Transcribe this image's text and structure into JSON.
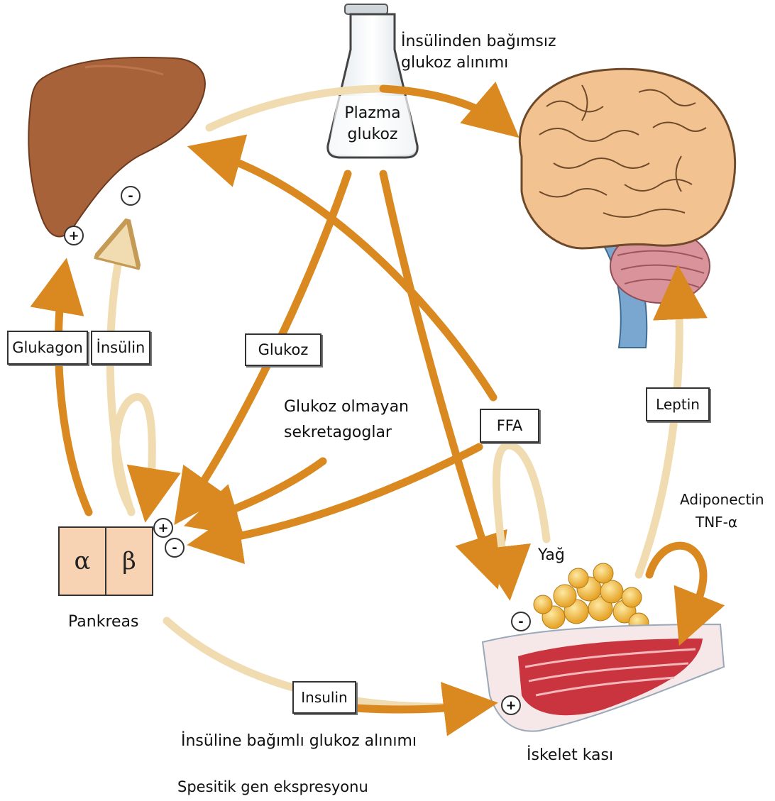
{
  "labels": {
    "independent_uptake_line1": "İnsülinden bağımsız",
    "independent_uptake_line2": "glukoz alınımı",
    "plasma_line1": "Plazma",
    "plasma_line2": "glukoz",
    "nonglucose_line1": "Glukoz olmayan",
    "nonglucose_line2": "sekretagoglar",
    "adiponectin": "Adiponectin",
    "tnf": "TNF-α",
    "fat": "Yağ",
    "pancreas": "Pankreas",
    "skeletal_muscle": "İskelet kası",
    "dependent_uptake": "İnsüline bağımlı glukoz alınımı",
    "gene_expression": "Spesitik gen ekspresyonu"
  },
  "boxes": {
    "glukagon": "Glukagon",
    "insulin_liver": "İnsülin",
    "glukoz": "Glukoz",
    "ffa": "FFA",
    "leptin": "Leptin",
    "insulin_muscle": "Insulin"
  },
  "cells": {
    "alpha": "α",
    "beta": "β"
  },
  "signs": {
    "plus": "+",
    "minus": "-"
  },
  "colors": {
    "arrow": "#d9891f",
    "arrow_light": "#f0dcb0",
    "liver": "#a8623a",
    "brain": "#f2c290",
    "cerebellum": "#d9939a",
    "brainstem": "#7aa7cf",
    "fat": "#f0b536",
    "muscle": "#c9343f",
    "pancreas_cell": "#f7d3b3"
  }
}
